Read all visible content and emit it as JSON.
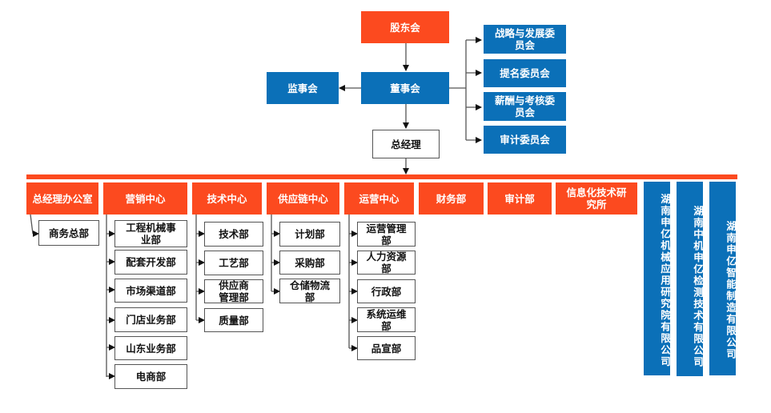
{
  "top": {
    "shareholders": "股东会",
    "board": "董事会",
    "supervisors": "监事会",
    "general_manager": "总经理"
  },
  "committees": [
    "战略与发展委员会",
    "提名委员会",
    "薪酬与考核委员会",
    "审计委员会"
  ],
  "centers": [
    {
      "name": "总经理办公室",
      "children": [
        "商务总部"
      ]
    },
    {
      "name": "营销中心",
      "children": [
        "工程机械事业部",
        "配套开发部",
        "市场渠道部",
        "门店业务部",
        "山东业务部",
        "电商部"
      ]
    },
    {
      "name": "技术中心",
      "children": [
        "技术部",
        "工艺部",
        "供应商管理部",
        "质量部"
      ]
    },
    {
      "name": "供应链中心",
      "children": [
        "计划部",
        "采购部",
        "仓储物流部"
      ]
    },
    {
      "name": "运营中心",
      "children": [
        "运营管理部",
        "人力资源部",
        "行政部",
        "系统运维部",
        "品宣部"
      ]
    },
    {
      "name": "财务部",
      "children": []
    },
    {
      "name": "审计部",
      "children": []
    },
    {
      "name": "信息化技术研究所",
      "children": []
    }
  ],
  "subsidiaries": [
    "湖南申亿机械应用研究院有限公司",
    "湖南中机申亿检测技术有限公司",
    "湖南申亿智能制造有限公司"
  ],
  "colors": {
    "red": "#fc4a1f",
    "blue": "#0b70b8",
    "line": "#555555"
  }
}
